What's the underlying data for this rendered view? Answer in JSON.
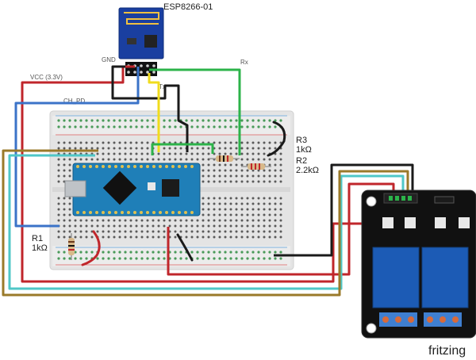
{
  "module_title": "ESP8266-01",
  "pins": {
    "gnd": "GND",
    "rx": "Rx",
    "tx": "Tx",
    "vcc": "VCC (3.3V)",
    "ch_pd": "CH_PD"
  },
  "resistors": [
    {
      "ref": "R1",
      "value": "1kΩ"
    },
    {
      "ref": "R2",
      "value": "2.2kΩ"
    },
    {
      "ref": "R3",
      "value": "1kΩ"
    }
  ],
  "brand": "fritzing",
  "colors": {
    "wire_red": "#c0262b",
    "wire_blue": "#3b73c8",
    "wire_green": "#2cb34a",
    "wire_yellow": "#f0dc1d",
    "wire_black": "#1a1a1a",
    "wire_cyan": "#4fc7c7",
    "wire_brown": "#9a7a2a",
    "esp_board": "#1a3fa0",
    "arduino_board": "#1f7fb8",
    "relay_board": "#111111",
    "relay_body": "#1c5bb5",
    "breadboard": "#e6e6e6"
  }
}
